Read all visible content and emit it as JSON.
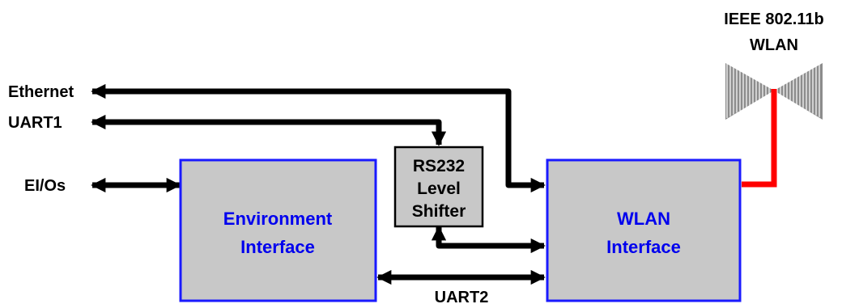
{
  "colors": {
    "block_fill": "#c8c8c8",
    "block_border": "#1a1aff",
    "block_text": "#0000ee",
    "shifter_border": "#000000",
    "wire": "#000000",
    "rf_link": "#ff0000",
    "antenna": "#8c8c8c"
  },
  "antenna": {
    "icon": "antenna-bowtie-icon",
    "line1": "IEEE 802.11b",
    "line2": "WLAN"
  },
  "ports": {
    "ethernet": "Ethernet",
    "uart1": "UART1",
    "eios": "EI/Os",
    "uart2": "UART2"
  },
  "blocks": {
    "environment": {
      "line1": "Environment",
      "line2": "Interface"
    },
    "shifter": {
      "line1": "RS232",
      "line2": "Level",
      "line3": "Shifter"
    },
    "wlan": {
      "line1": "WLAN",
      "line2": "Interface"
    }
  }
}
